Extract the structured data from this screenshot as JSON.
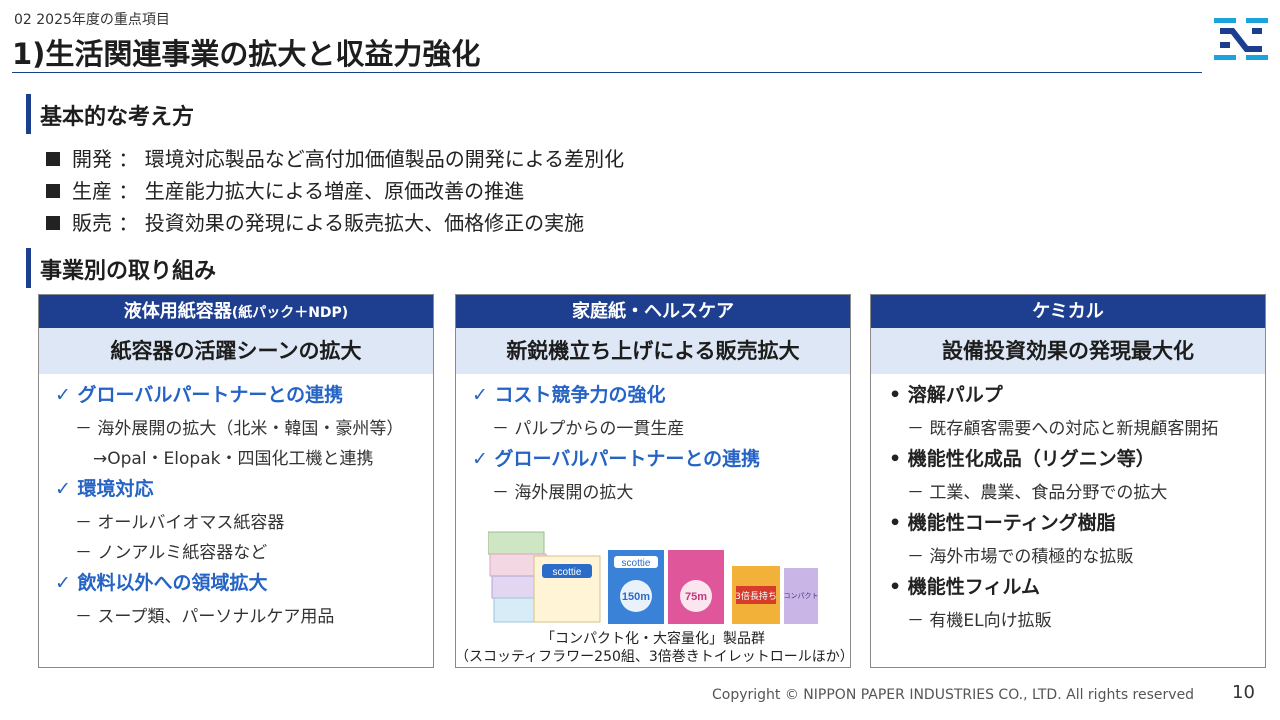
{
  "header": {
    "section": "02  2025年度の重点項目",
    "title": "1)生活関連事業の拡大と収益力強化"
  },
  "basic": {
    "heading": "基本的な考え方",
    "items": [
      "開発 ： 環境対応製品など高付加価値製品の開発による差別化",
      "生産 ： 生産能力拡大による増産、原価改善の推進",
      "販売 ： 投資効果の発現による販売拡大、価格修正の実施"
    ]
  },
  "business": {
    "heading": "事業別の取り組み",
    "columns": [
      {
        "title": "液体用紙容器",
        "title_note": "(紙パック＋NDP)",
        "subtitle": "紙容器の活躍シーンの拡大",
        "lines": [
          "✓ グローバルパートナーとの連携",
          "－ 海外展開の拡大（北米・韓国・豪州等）",
          "→Opal・Elopak・四国化工機と連携",
          "✓ 環境対応",
          "－ オールバイオマス紙容器",
          "－ ノンアルミ紙容器など",
          "✓ 飲料以外への領域拡大",
          "－ スープ類、パーソナルケア用品"
        ]
      },
      {
        "title": "家庭紙・ヘルスケア",
        "subtitle": "新鋭機立ち上げによる販売拡大",
        "lines": [
          "✓ コスト競争力の強化",
          "－ パルプからの一貫生産",
          "✓ グローバルパートナーとの連携",
          "－ 海外展開の拡大"
        ],
        "caption": [
          "「コンパクト化・大容量化」製品群",
          "（スコッティフラワー250組、3倍巻きトイレットロールほか）"
        ],
        "product_labels": [
          "scottie",
          "scottie",
          "150m",
          "75m",
          "3倍長持ち",
          "コンパクト"
        ]
      },
      {
        "title": "ケミカル",
        "subtitle": "設備投資効果の発現最大化",
        "lines": [
          "• 溶解パルプ",
          "－ 既存顧客需要への対応と新規顧客開拓",
          "• 機能性化成品（リグニン等）",
          "－ 工業、農業、食品分野での拡大",
          "• 機能性コーティング樹脂",
          "－ 海外市場での積極的な拡販",
          "• 機能性フィルム",
          "－ 有機EL向け拡販"
        ]
      }
    ]
  },
  "footer": {
    "copyright": "Copyright © NIPPON PAPER INDUSTRIES CO., LTD. All rights reserved",
    "page": "10"
  },
  "colors": {
    "navy": "#1e3f8f",
    "light_blue": "#dde7f5",
    "accent": "#2563c4"
  }
}
